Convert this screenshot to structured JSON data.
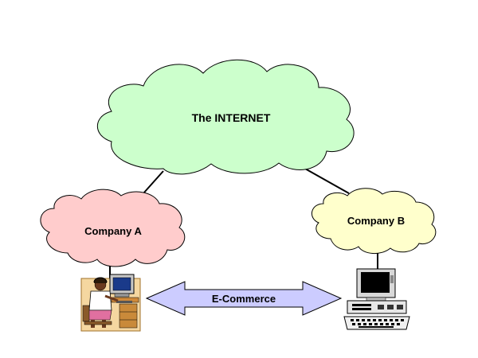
{
  "diagram": {
    "internet_label": "The INTERNET",
    "company_a_label": "Company A",
    "company_b_label": "Company B",
    "arrow_label": "E-Commerce"
  },
  "colors": {
    "internet_cloud": "#ccffcc",
    "company_a_cloud": "#ffcccc",
    "company_b_cloud": "#ffffcc",
    "arrow_fill": "#ccccff",
    "outline": "#000000"
  },
  "icons": {
    "company_a_icon": "person-at-computer-icon",
    "company_b_icon": "desktop-computer-icon"
  }
}
